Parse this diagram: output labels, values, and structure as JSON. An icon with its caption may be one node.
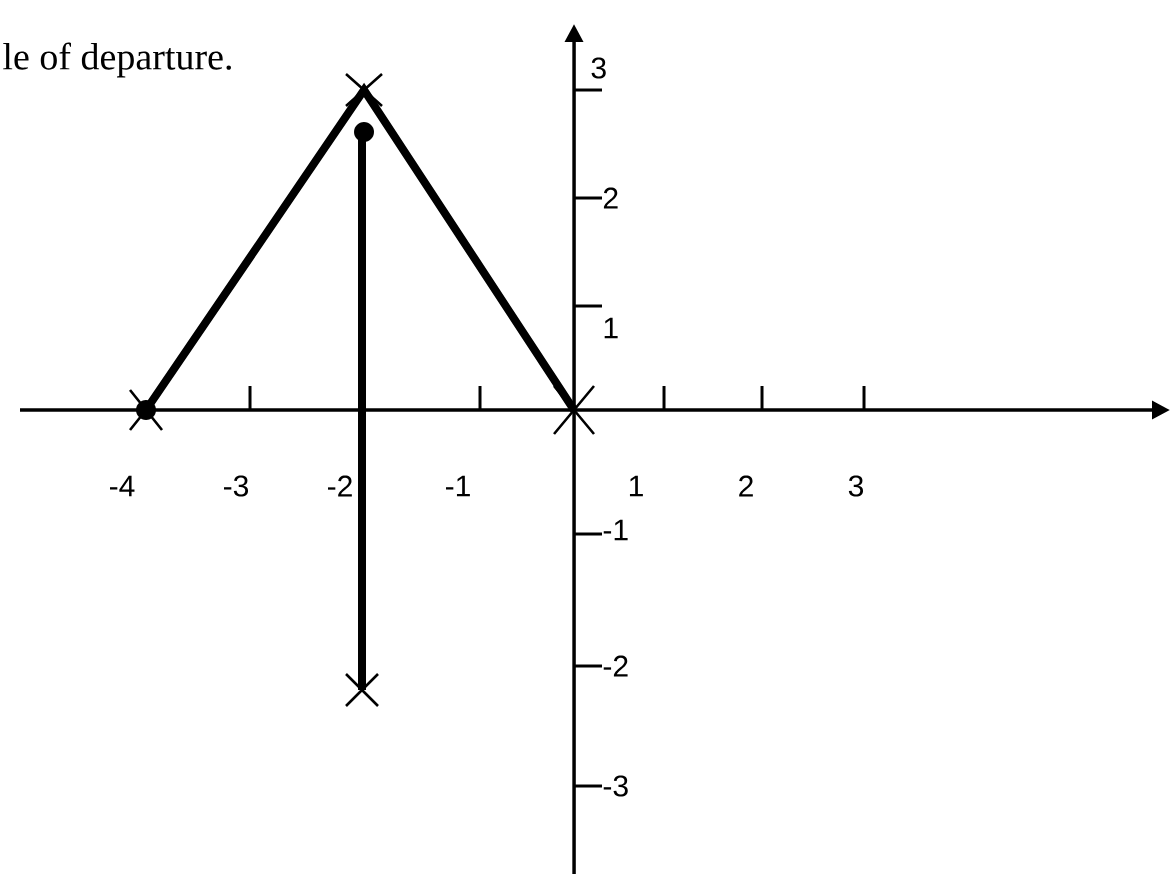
{
  "diagram": {
    "labels": [
      "le of departure.",
      "3",
      "2",
      "1",
      "-4",
      "-3",
      "-2",
      "-1",
      "1",
      "2",
      "3",
      "-1",
      "-2",
      "-3"
    ]
  }
}
